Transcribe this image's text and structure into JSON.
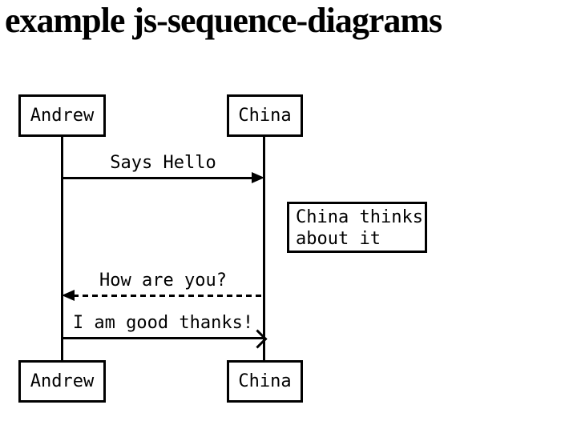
{
  "title": "example js-sequence-diagrams",
  "diagram": {
    "type": "sequence",
    "colors": {
      "stroke": "#000000",
      "fill": "#ffffff",
      "text": "#000000"
    },
    "actors": [
      {
        "name": "Andrew"
      },
      {
        "name": "China"
      }
    ],
    "messages": [
      {
        "from": "Andrew",
        "to": "China",
        "style": "solid",
        "arrowhead": "filled",
        "text": "Says Hello"
      },
      {
        "from": "China",
        "to": "Andrew",
        "style": "dashed",
        "arrowhead": "filled",
        "text": "How are you?"
      },
      {
        "from": "Andrew",
        "to": "China",
        "style": "solid",
        "arrowhead": "open",
        "text": "I am good thanks!"
      }
    ],
    "note": {
      "position": "right of China",
      "lines": [
        "China thinks",
        "about it"
      ]
    }
  }
}
